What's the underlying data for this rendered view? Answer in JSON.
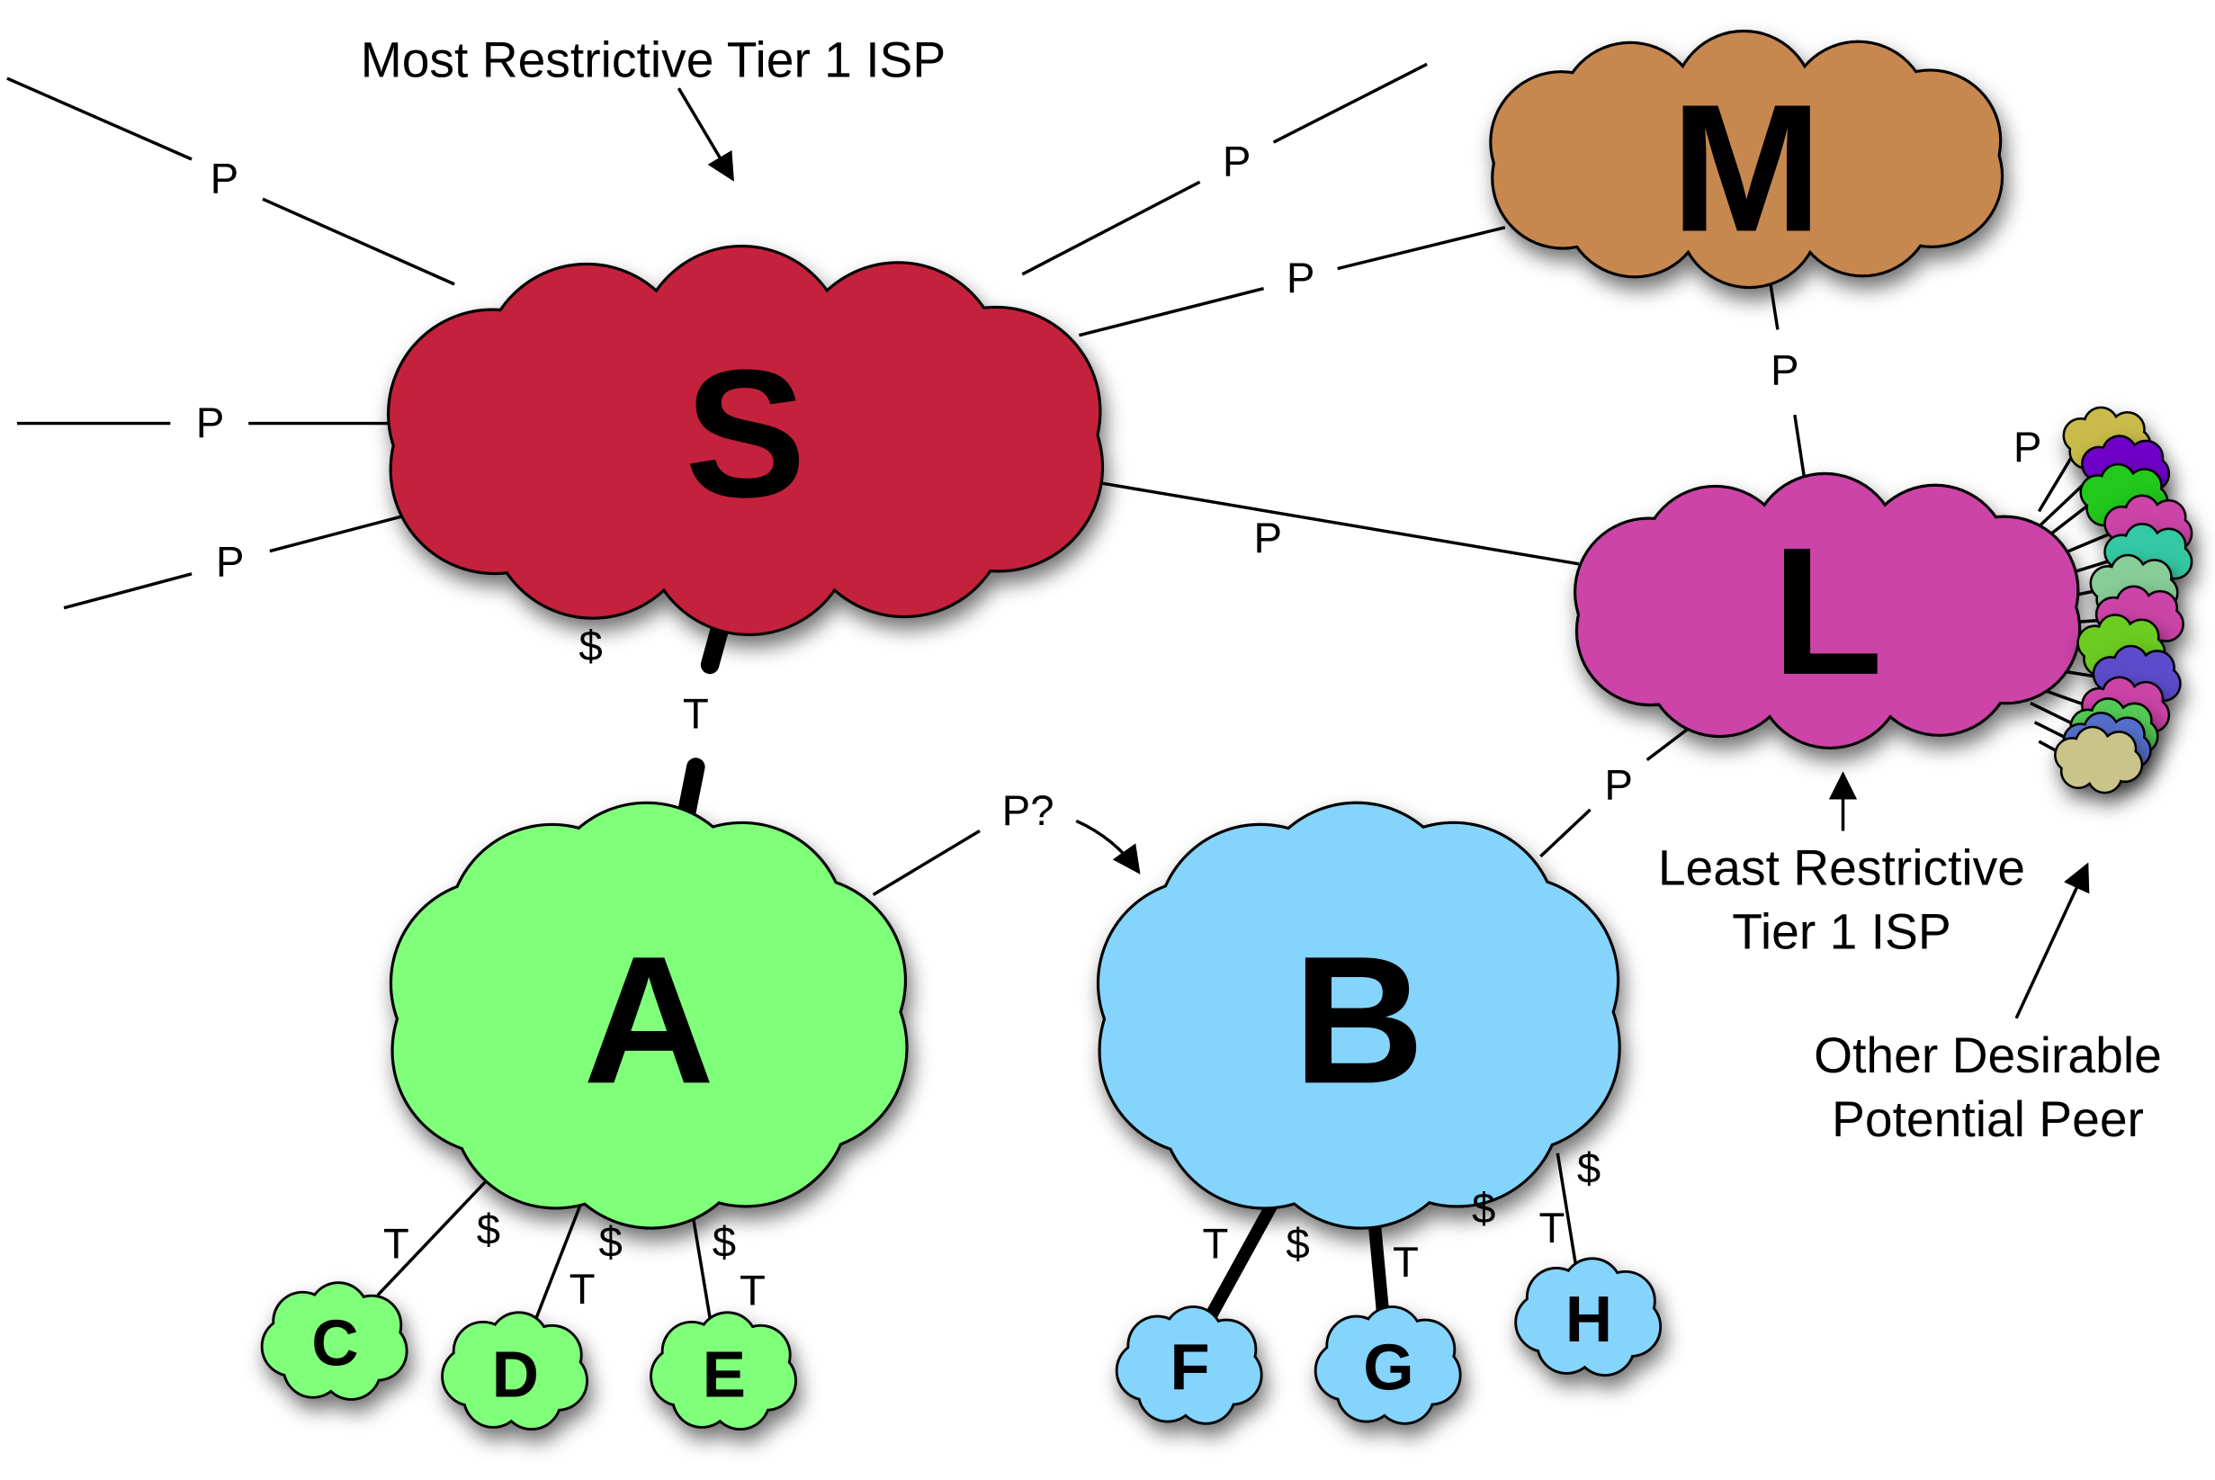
{
  "clouds": {
    "S": {
      "label": "S",
      "color": "#c4213c"
    },
    "M": {
      "label": "M",
      "color": "#c6884f"
    },
    "L": {
      "label": "L",
      "color": "#cc44a8"
    },
    "A": {
      "label": "A",
      "color": "#80ff7a"
    },
    "B": {
      "label": "B",
      "color": "#84d4fc"
    },
    "C": {
      "label": "C",
      "color": "#80ff7a"
    },
    "D": {
      "label": "D",
      "color": "#80ff7a"
    },
    "E": {
      "label": "E",
      "color": "#80ff7a"
    },
    "F": {
      "label": "F",
      "color": "#84d4fc"
    },
    "G": {
      "label": "G",
      "color": "#84d4fc"
    },
    "H": {
      "label": "H",
      "color": "#84d4fc"
    }
  },
  "peer_colors": [
    "#c9bb4a",
    "#7000c8",
    "#22c81c",
    "#cc44a8",
    "#33c9a4",
    "#88cc98",
    "#cc44a8",
    "#6ccc22",
    "#5c4ccc",
    "#cc44a8",
    "#55cc55",
    "#5570cc",
    "#c9c48a"
  ],
  "annotations": {
    "most_restrictive": "Most Restrictive Tier 1 ISP",
    "least_restrictive_1": "Least Restrictive",
    "least_restrictive_2": "Tier 1 ISP",
    "other_peer_1": "Other Desirable",
    "other_peer_2": "Potential Peer"
  },
  "edge_labels": {
    "peer": "P",
    "peer_question": "P?",
    "transit": "T",
    "paid": "$"
  }
}
